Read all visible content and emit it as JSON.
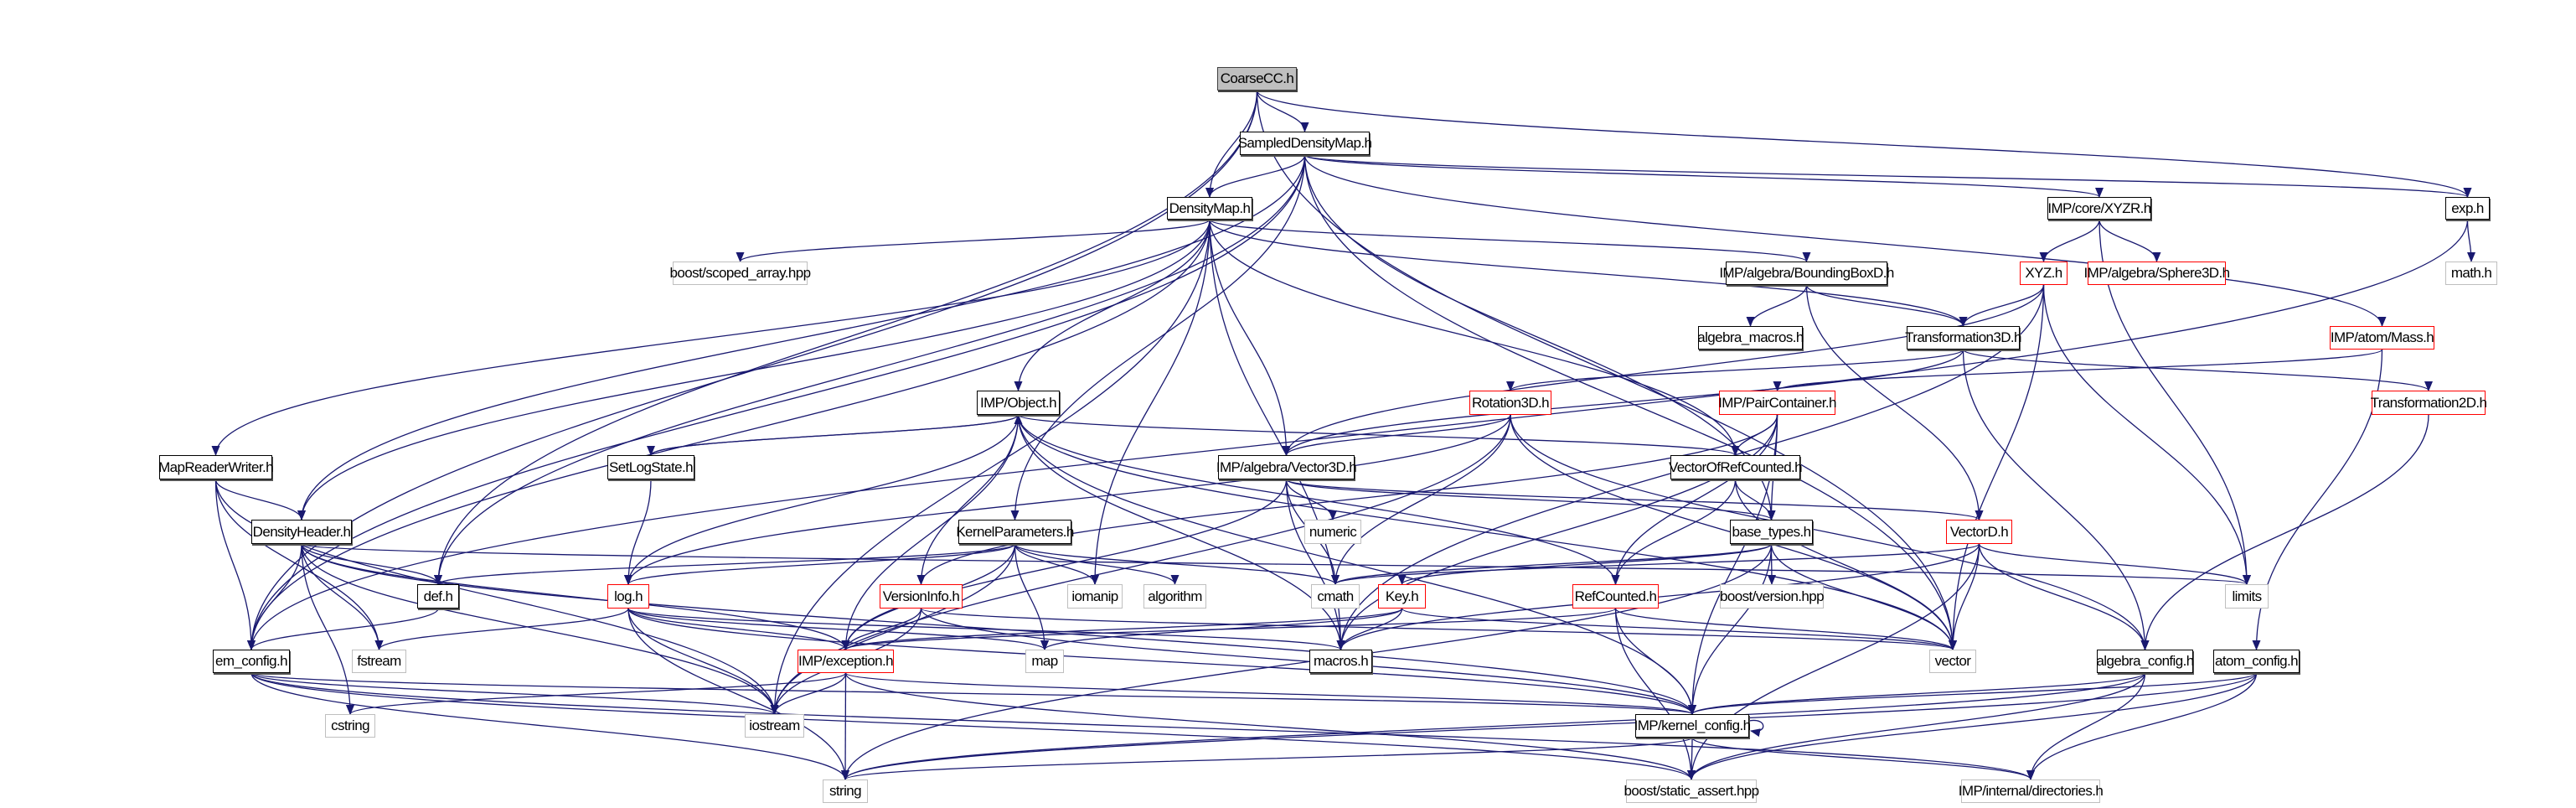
{
  "graph": {
    "title": "CoarseCC.h",
    "colors": {
      "edge": "#191970",
      "root_fill": "#bfbfbf",
      "red_border": "#ff0000",
      "external_border": "#bfbfbf"
    },
    "nodes": [
      {
        "id": "coarsecc",
        "label": "CoarseCC.h",
        "kind": "root"
      },
      {
        "id": "sampled",
        "label": "SampledDensityMap.h",
        "kind": "normal"
      },
      {
        "id": "densitymap",
        "label": "DensityMap.h",
        "kind": "normal"
      },
      {
        "id": "scoped",
        "label": "boost/scoped_array.hpp",
        "kind": "external"
      },
      {
        "id": "xyzr",
        "label": "IMP/core/XYZR.h",
        "kind": "normal"
      },
      {
        "id": "exp",
        "label": "exp.h",
        "kind": "normal"
      },
      {
        "id": "bbox",
        "label": "IMP/algebra/BoundingBoxD.h",
        "kind": "normal"
      },
      {
        "id": "xyz",
        "label": "XYZ.h",
        "kind": "red"
      },
      {
        "id": "sphere",
        "label": "IMP/algebra/Sphere3D.h",
        "kind": "red"
      },
      {
        "id": "math",
        "label": "math.h",
        "kind": "external"
      },
      {
        "id": "amacros",
        "label": "algebra_macros.h",
        "kind": "normal"
      },
      {
        "id": "t3d",
        "label": "Transformation3D.h",
        "kind": "normal"
      },
      {
        "id": "mass",
        "label": "IMP/atom/Mass.h",
        "kind": "red"
      },
      {
        "id": "object",
        "label": "IMP/Object.h",
        "kind": "normal"
      },
      {
        "id": "rot",
        "label": "Rotation3D.h",
        "kind": "red"
      },
      {
        "id": "pair",
        "label": "IMP/PairContainer.h",
        "kind": "red"
      },
      {
        "id": "t2d",
        "label": "Transformation2D.h",
        "kind": "red"
      },
      {
        "id": "mrw",
        "label": "MapReaderWriter.h",
        "kind": "normal"
      },
      {
        "id": "setlog",
        "label": "SetLogState.h",
        "kind": "normal"
      },
      {
        "id": "v3d",
        "label": "IMP/algebra/Vector3D.h",
        "kind": "normal"
      },
      {
        "id": "vorc",
        "label": "VectorOfRefCounted.h",
        "kind": "normal"
      },
      {
        "id": "dheader",
        "label": "DensityHeader.h",
        "kind": "normal"
      },
      {
        "id": "kparams",
        "label": "KernelParameters.h",
        "kind": "normal"
      },
      {
        "id": "numeric",
        "label": "numeric",
        "kind": "external"
      },
      {
        "id": "basetypes",
        "label": "base_types.h",
        "kind": "normal"
      },
      {
        "id": "vectord",
        "label": "VectorD.h",
        "kind": "red"
      },
      {
        "id": "def",
        "label": "def.h",
        "kind": "normal"
      },
      {
        "id": "log",
        "label": "log.h",
        "kind": "red"
      },
      {
        "id": "versioninfo",
        "label": "VersionInfo.h",
        "kind": "red"
      },
      {
        "id": "iomanip",
        "label": "iomanip",
        "kind": "external"
      },
      {
        "id": "algorithm",
        "label": "algorithm",
        "kind": "external"
      },
      {
        "id": "cmath",
        "label": "cmath",
        "kind": "external"
      },
      {
        "id": "key",
        "label": "Key.h",
        "kind": "red"
      },
      {
        "id": "refcounted",
        "label": "RefCounted.h",
        "kind": "red"
      },
      {
        "id": "bversion",
        "label": "boost/version.hpp",
        "kind": "external"
      },
      {
        "id": "limits",
        "label": "limits",
        "kind": "external"
      },
      {
        "id": "emconfig",
        "label": "em_config.h",
        "kind": "normal"
      },
      {
        "id": "fstream",
        "label": "fstream",
        "kind": "external"
      },
      {
        "id": "exception",
        "label": "IMP/exception.h",
        "kind": "red"
      },
      {
        "id": "map",
        "label": "map",
        "kind": "external"
      },
      {
        "id": "macros",
        "label": "macros.h",
        "kind": "normal"
      },
      {
        "id": "vector",
        "label": "vector",
        "kind": "external"
      },
      {
        "id": "aconfig",
        "label": "algebra_config.h",
        "kind": "normal"
      },
      {
        "id": "atomconfig",
        "label": "atom_config.h",
        "kind": "normal"
      },
      {
        "id": "cstring",
        "label": "cstring",
        "kind": "external"
      },
      {
        "id": "iostream",
        "label": "iostream",
        "kind": "external"
      },
      {
        "id": "kconfig",
        "label": "IMP/kernel_config.h",
        "kind": "normal"
      },
      {
        "id": "string",
        "label": "string",
        "kind": "external"
      },
      {
        "id": "sassert",
        "label": "boost/static_assert.hpp",
        "kind": "external"
      },
      {
        "id": "dirs",
        "label": "IMP/internal/directories.h",
        "kind": "external"
      }
    ],
    "edges": [
      [
        "coarsecc",
        "sampled"
      ],
      [
        "coarsecc",
        "densitymap"
      ],
      [
        "coarsecc",
        "emconfig"
      ],
      [
        "coarsecc",
        "def"
      ],
      [
        "coarsecc",
        "exp"
      ],
      [
        "coarsecc",
        "vector"
      ],
      [
        "sampled",
        "densitymap"
      ],
      [
        "sampled",
        "dheader"
      ],
      [
        "sampled",
        "def"
      ],
      [
        "sampled",
        "emconfig"
      ],
      [
        "sampled",
        "kparams"
      ],
      [
        "sampled",
        "basetypes"
      ],
      [
        "sampled",
        "xyzr"
      ],
      [
        "sampled",
        "exp"
      ],
      [
        "sampled",
        "mass"
      ],
      [
        "sampled",
        "vector"
      ],
      [
        "densitymap",
        "scoped"
      ],
      [
        "densitymap",
        "bbox"
      ],
      [
        "densitymap",
        "t3d"
      ],
      [
        "densitymap",
        "object"
      ],
      [
        "densitymap",
        "v3d"
      ],
      [
        "densitymap",
        "iomanip"
      ],
      [
        "densitymap",
        "dheader"
      ],
      [
        "densitymap",
        "mrw"
      ],
      [
        "densitymap",
        "emconfig"
      ],
      [
        "densitymap",
        "vorc"
      ],
      [
        "densitymap",
        "iostream"
      ],
      [
        "densitymap",
        "macros"
      ],
      [
        "xyzr",
        "xyz"
      ],
      [
        "xyzr",
        "sphere"
      ],
      [
        "xyzr",
        "limits"
      ],
      [
        "exp",
        "math"
      ],
      [
        "exp",
        "emconfig"
      ],
      [
        "bbox",
        "amacros"
      ],
      [
        "bbox",
        "t3d"
      ],
      [
        "bbox",
        "vectord"
      ],
      [
        "xyz",
        "t3d"
      ],
      [
        "xyz",
        "v3d"
      ],
      [
        "xyz",
        "limits"
      ],
      [
        "xyz",
        "vector"
      ],
      [
        "xyz",
        "macros"
      ],
      [
        "t3d",
        "rot"
      ],
      [
        "t3d",
        "v3d"
      ],
      [
        "t3d",
        "t2d"
      ],
      [
        "t3d",
        "aconfig"
      ],
      [
        "mass",
        "pair"
      ],
      [
        "mass",
        "atomconfig"
      ],
      [
        "rot",
        "v3d"
      ],
      [
        "rot",
        "cmath"
      ],
      [
        "rot",
        "log"
      ],
      [
        "rot",
        "iostream"
      ],
      [
        "rot",
        "aconfig"
      ],
      [
        "rot",
        "vector"
      ],
      [
        "pair",
        "vorc"
      ],
      [
        "pair",
        "basetypes"
      ],
      [
        "pair",
        "versioninfo"
      ],
      [
        "pair",
        "macros"
      ],
      [
        "pair",
        "refcounted"
      ],
      [
        "pair",
        "kconfig"
      ],
      [
        "t2d",
        "aconfig"
      ],
      [
        "object",
        "setlog"
      ],
      [
        "object",
        "log"
      ],
      [
        "object",
        "versioninfo"
      ],
      [
        "object",
        "refcounted"
      ],
      [
        "object",
        "macros"
      ],
      [
        "object",
        "kconfig"
      ],
      [
        "object",
        "exception"
      ],
      [
        "object",
        "vorc"
      ],
      [
        "object",
        "vector"
      ],
      [
        "setlog",
        "log"
      ],
      [
        "setlog",
        "object"
      ],
      [
        "v3d",
        "numeric"
      ],
      [
        "v3d",
        "cmath"
      ],
      [
        "v3d",
        "macros"
      ],
      [
        "v3d",
        "vectord"
      ],
      [
        "v3d",
        "basetypes"
      ],
      [
        "v3d",
        "exception"
      ],
      [
        "mrw",
        "dheader"
      ],
      [
        "mrw",
        "emconfig"
      ],
      [
        "mrw",
        "fstream"
      ],
      [
        "mrw",
        "iostream"
      ],
      [
        "dheader",
        "def"
      ],
      [
        "dheader",
        "emconfig"
      ],
      [
        "dheader",
        "fstream"
      ],
      [
        "dheader",
        "exception"
      ],
      [
        "dheader",
        "cstring"
      ],
      [
        "dheader",
        "iostream"
      ],
      [
        "dheader",
        "limits"
      ],
      [
        "dheader",
        "kconfig"
      ],
      [
        "kparams",
        "def"
      ],
      [
        "kparams",
        "log"
      ],
      [
        "kparams",
        "iomanip"
      ],
      [
        "kparams",
        "algorithm"
      ],
      [
        "kparams",
        "map"
      ],
      [
        "kparams",
        "cmath"
      ],
      [
        "kparams",
        "exception"
      ],
      [
        "kparams",
        "iostream"
      ],
      [
        "vorc",
        "basetypes"
      ],
      [
        "vorc",
        "refcounted"
      ],
      [
        "vorc",
        "vector"
      ],
      [
        "basetypes",
        "key"
      ],
      [
        "basetypes",
        "cmath"
      ],
      [
        "basetypes",
        "bversion"
      ],
      [
        "basetypes",
        "vector"
      ],
      [
        "basetypes",
        "kconfig"
      ],
      [
        "basetypes",
        "string"
      ],
      [
        "vectord",
        "cmath"
      ],
      [
        "vectord",
        "limits"
      ],
      [
        "vectord",
        "vector"
      ],
      [
        "vectord",
        "macros"
      ],
      [
        "vectord",
        "aconfig"
      ],
      [
        "vectord",
        "sassert"
      ],
      [
        "def",
        "emconfig"
      ],
      [
        "log",
        "exception"
      ],
      [
        "log",
        "iostream"
      ],
      [
        "log",
        "string"
      ],
      [
        "log",
        "map"
      ],
      [
        "log",
        "fstream"
      ],
      [
        "log",
        "kconfig"
      ],
      [
        "log",
        "macros"
      ],
      [
        "versioninfo",
        "exception"
      ],
      [
        "versioninfo",
        "iostream"
      ],
      [
        "versioninfo",
        "kconfig"
      ],
      [
        "versioninfo",
        "vector"
      ],
      [
        "emconfig",
        "string"
      ],
      [
        "emconfig",
        "iostream"
      ],
      [
        "emconfig",
        "kconfig"
      ],
      [
        "emconfig",
        "sassert"
      ],
      [
        "emconfig",
        "dirs"
      ],
      [
        "exception",
        "string"
      ],
      [
        "exception",
        "iostream"
      ],
      [
        "exception",
        "cstring"
      ],
      [
        "exception",
        "kconfig"
      ],
      [
        "exception",
        "sassert"
      ],
      [
        "key",
        "macros"
      ],
      [
        "key",
        "exception"
      ],
      [
        "key",
        "vector"
      ],
      [
        "key",
        "map"
      ],
      [
        "refcounted",
        "exception"
      ],
      [
        "refcounted",
        "kconfig"
      ],
      [
        "refcounted",
        "sassert"
      ],
      [
        "refcounted",
        "vector"
      ],
      [
        "aconfig",
        "kconfig"
      ],
      [
        "aconfig",
        "string"
      ],
      [
        "aconfig",
        "sassert"
      ],
      [
        "aconfig",
        "dirs"
      ],
      [
        "atomconfig",
        "kconfig"
      ],
      [
        "atomconfig",
        "sassert"
      ],
      [
        "atomconfig",
        "dirs"
      ],
      [
        "atomconfig",
        "string"
      ],
      [
        "kconfig",
        "kconfig"
      ],
      [
        "kconfig",
        "sassert"
      ],
      [
        "kconfig",
        "dirs"
      ],
      [
        "kconfig",
        "string"
      ]
    ]
  }
}
